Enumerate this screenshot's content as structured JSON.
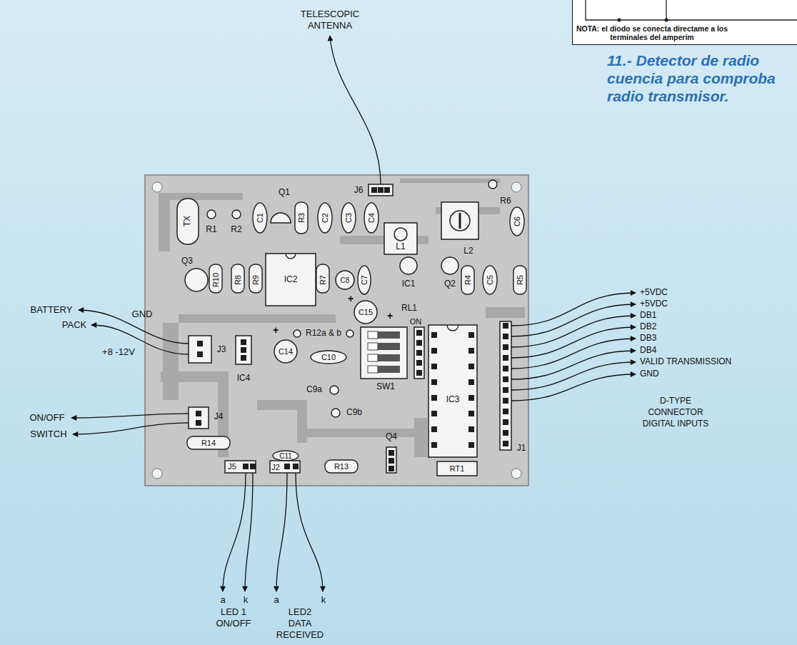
{
  "diagram": {
    "caption": "11.- Detector de radio cuencia para comproba radio transmisor.",
    "nodes": [
      {
        "text": [
          "NOTA: el diodo se conecta directame a los terminales del amperim"
        ]
      }
    ],
    "labels": [
      "TELESCOPIC",
      "ANTENNA",
      "TX",
      "R1",
      "R2",
      "Q1",
      "C1",
      "R3",
      "C2",
      "C3",
      "C4",
      "J6",
      "L1",
      "R6",
      "C6",
      "L2",
      "Q3",
      "R10",
      "R8",
      "R9",
      "IC2",
      "R7",
      "C8",
      "C7",
      "IC1",
      "Q2",
      "R4",
      "C5",
      "R5",
      "C15",
      "+",
      "+",
      "RL1",
      "ON",
      "J3",
      "IC4",
      "+",
      "C14",
      "R12a & b",
      "C10",
      "SW1",
      "IC3",
      "J1",
      "C9a",
      "C9b",
      "J4",
      "R14",
      "J5",
      "C11",
      "J2",
      "R13",
      "Q4",
      "RT1",
      "BATTERY",
      "PACK",
      "GND",
      "+8 -12V",
      "ON/OFF",
      "SWITCH",
      "+5VDC",
      "+5VDC",
      "DB1",
      "DB2",
      "DB3",
      "DB4",
      "VALID TRANSMISSION",
      "GND",
      "D-TYPE",
      "CONNECTOR",
      "DIGITAL INPUTS",
      "a",
      "k",
      "LED 1",
      "ON/OFF",
      "a",
      "k",
      "LED2",
      "DATA",
      "RECEIVED"
    ]
  }
}
